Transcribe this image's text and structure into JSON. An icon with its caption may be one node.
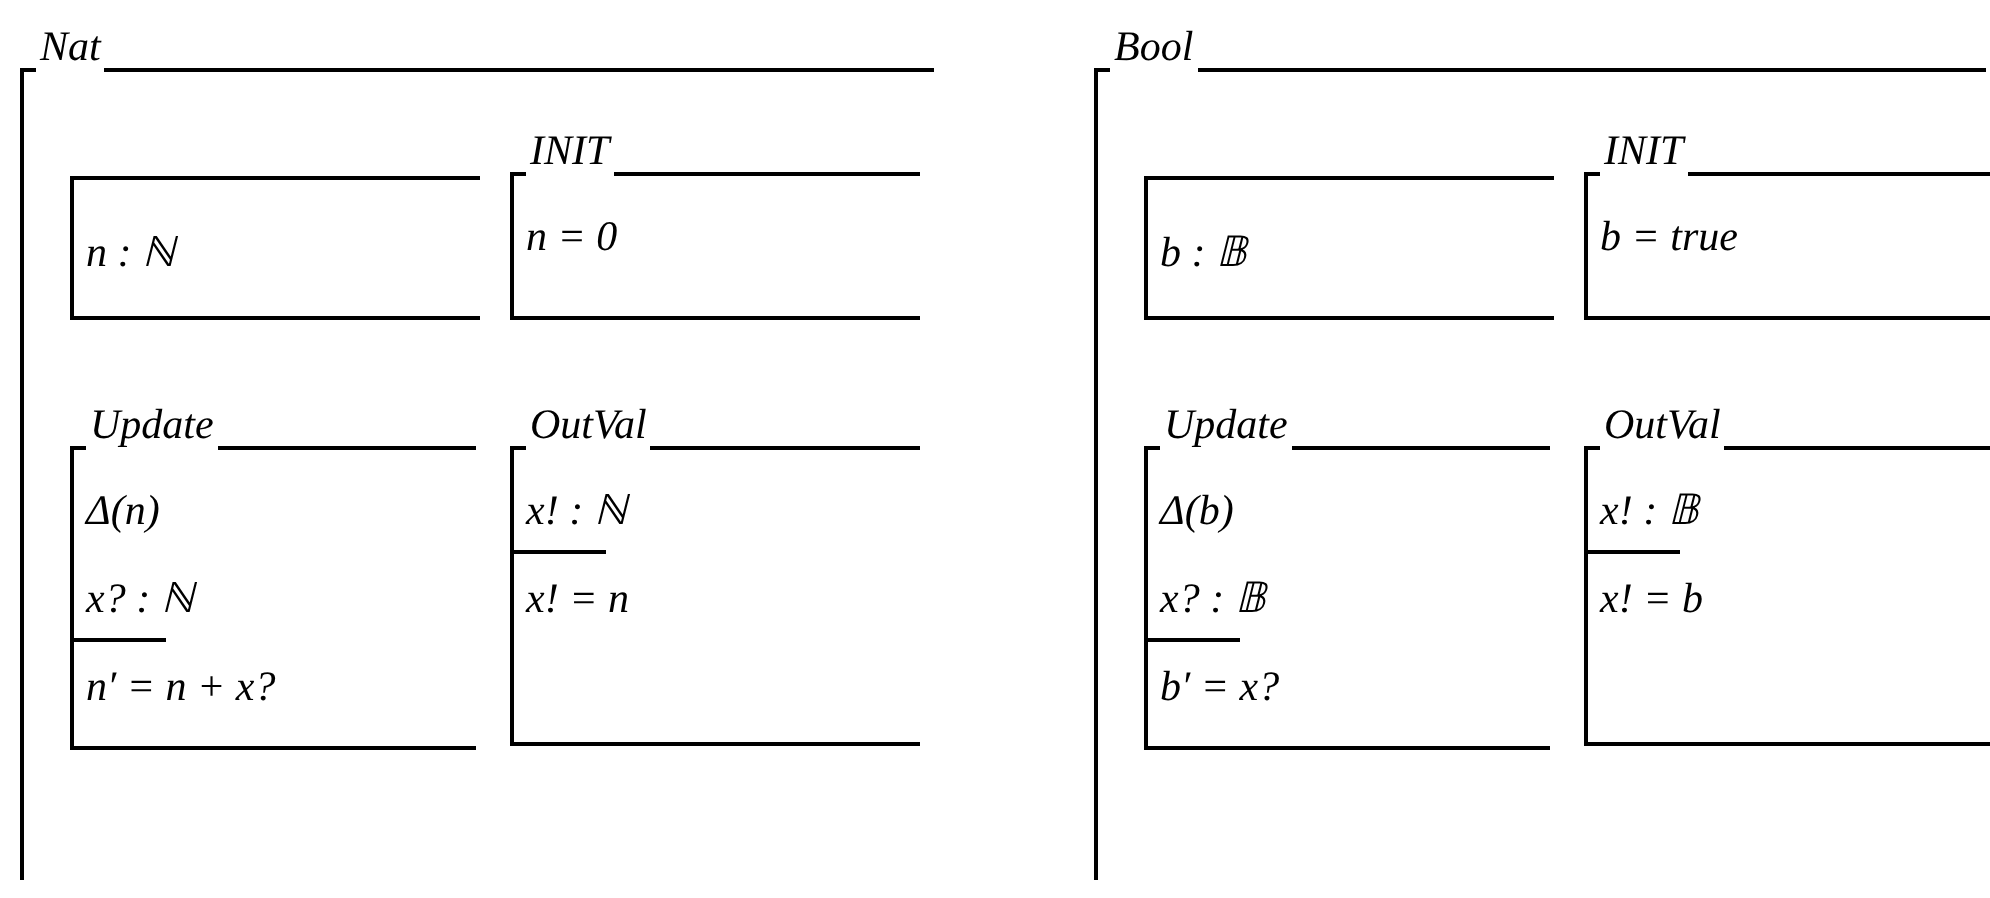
{
  "diagram": {
    "nodes": [
      {
        "text": [
          "Nat"
        ]
      },
      {
        "text": [
          "n : ℕ"
        ],
        "in": 0
      },
      {
        "text": [
          "INIT",
          "n = 0"
        ],
        "in": 0
      },
      {
        "text": [
          "Update",
          "Δ(n)",
          "x? : ℕ",
          "n′ = n + x?"
        ],
        "in": 0
      },
      {
        "text": [
          "OutVal",
          "x! : ℕ",
          "x! = n"
        ],
        "in": 0
      },
      {
        "text": [
          "Bool"
        ]
      },
      {
        "text": [
          "b : 𝔹"
        ],
        "in": 5
      },
      {
        "text": [
          "INIT",
          "b = true"
        ],
        "in": 5
      },
      {
        "text": [
          "Update",
          "Δ(b)",
          "x? : 𝔹",
          "b′ = x?"
        ],
        "in": 5
      },
      {
        "text": [
          "OutVal",
          "x! : 𝔹",
          "x! = b"
        ],
        "in": 5
      }
    ],
    "edges": []
  }
}
